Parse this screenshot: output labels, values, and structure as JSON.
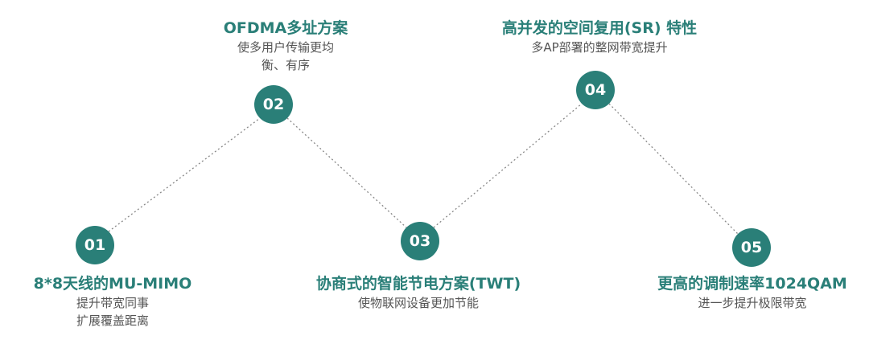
{
  "accent": "#2a7f78",
  "steps": [
    {
      "num": "01",
      "title": "8*8天线的MU-MIMO",
      "desc": [
        "提升带宽同事",
        "扩展覆盖距离"
      ]
    },
    {
      "num": "02",
      "title": "OFDMA多址方案",
      "desc": [
        "使多用户传输更均",
        "衡、有序"
      ]
    },
    {
      "num": "03",
      "title": "协商式的智能节电方案(TWT)",
      "desc": [
        "使物联网设备更加节能"
      ]
    },
    {
      "num": "04",
      "title": "高并发的空间复用(SR) 特性",
      "desc": [
        "多AP部署的整网带宽提升"
      ]
    },
    {
      "num": "05",
      "title": "更高的调制速率1024QAM",
      "desc": [
        "进一步提升极限带宽"
      ]
    }
  ]
}
